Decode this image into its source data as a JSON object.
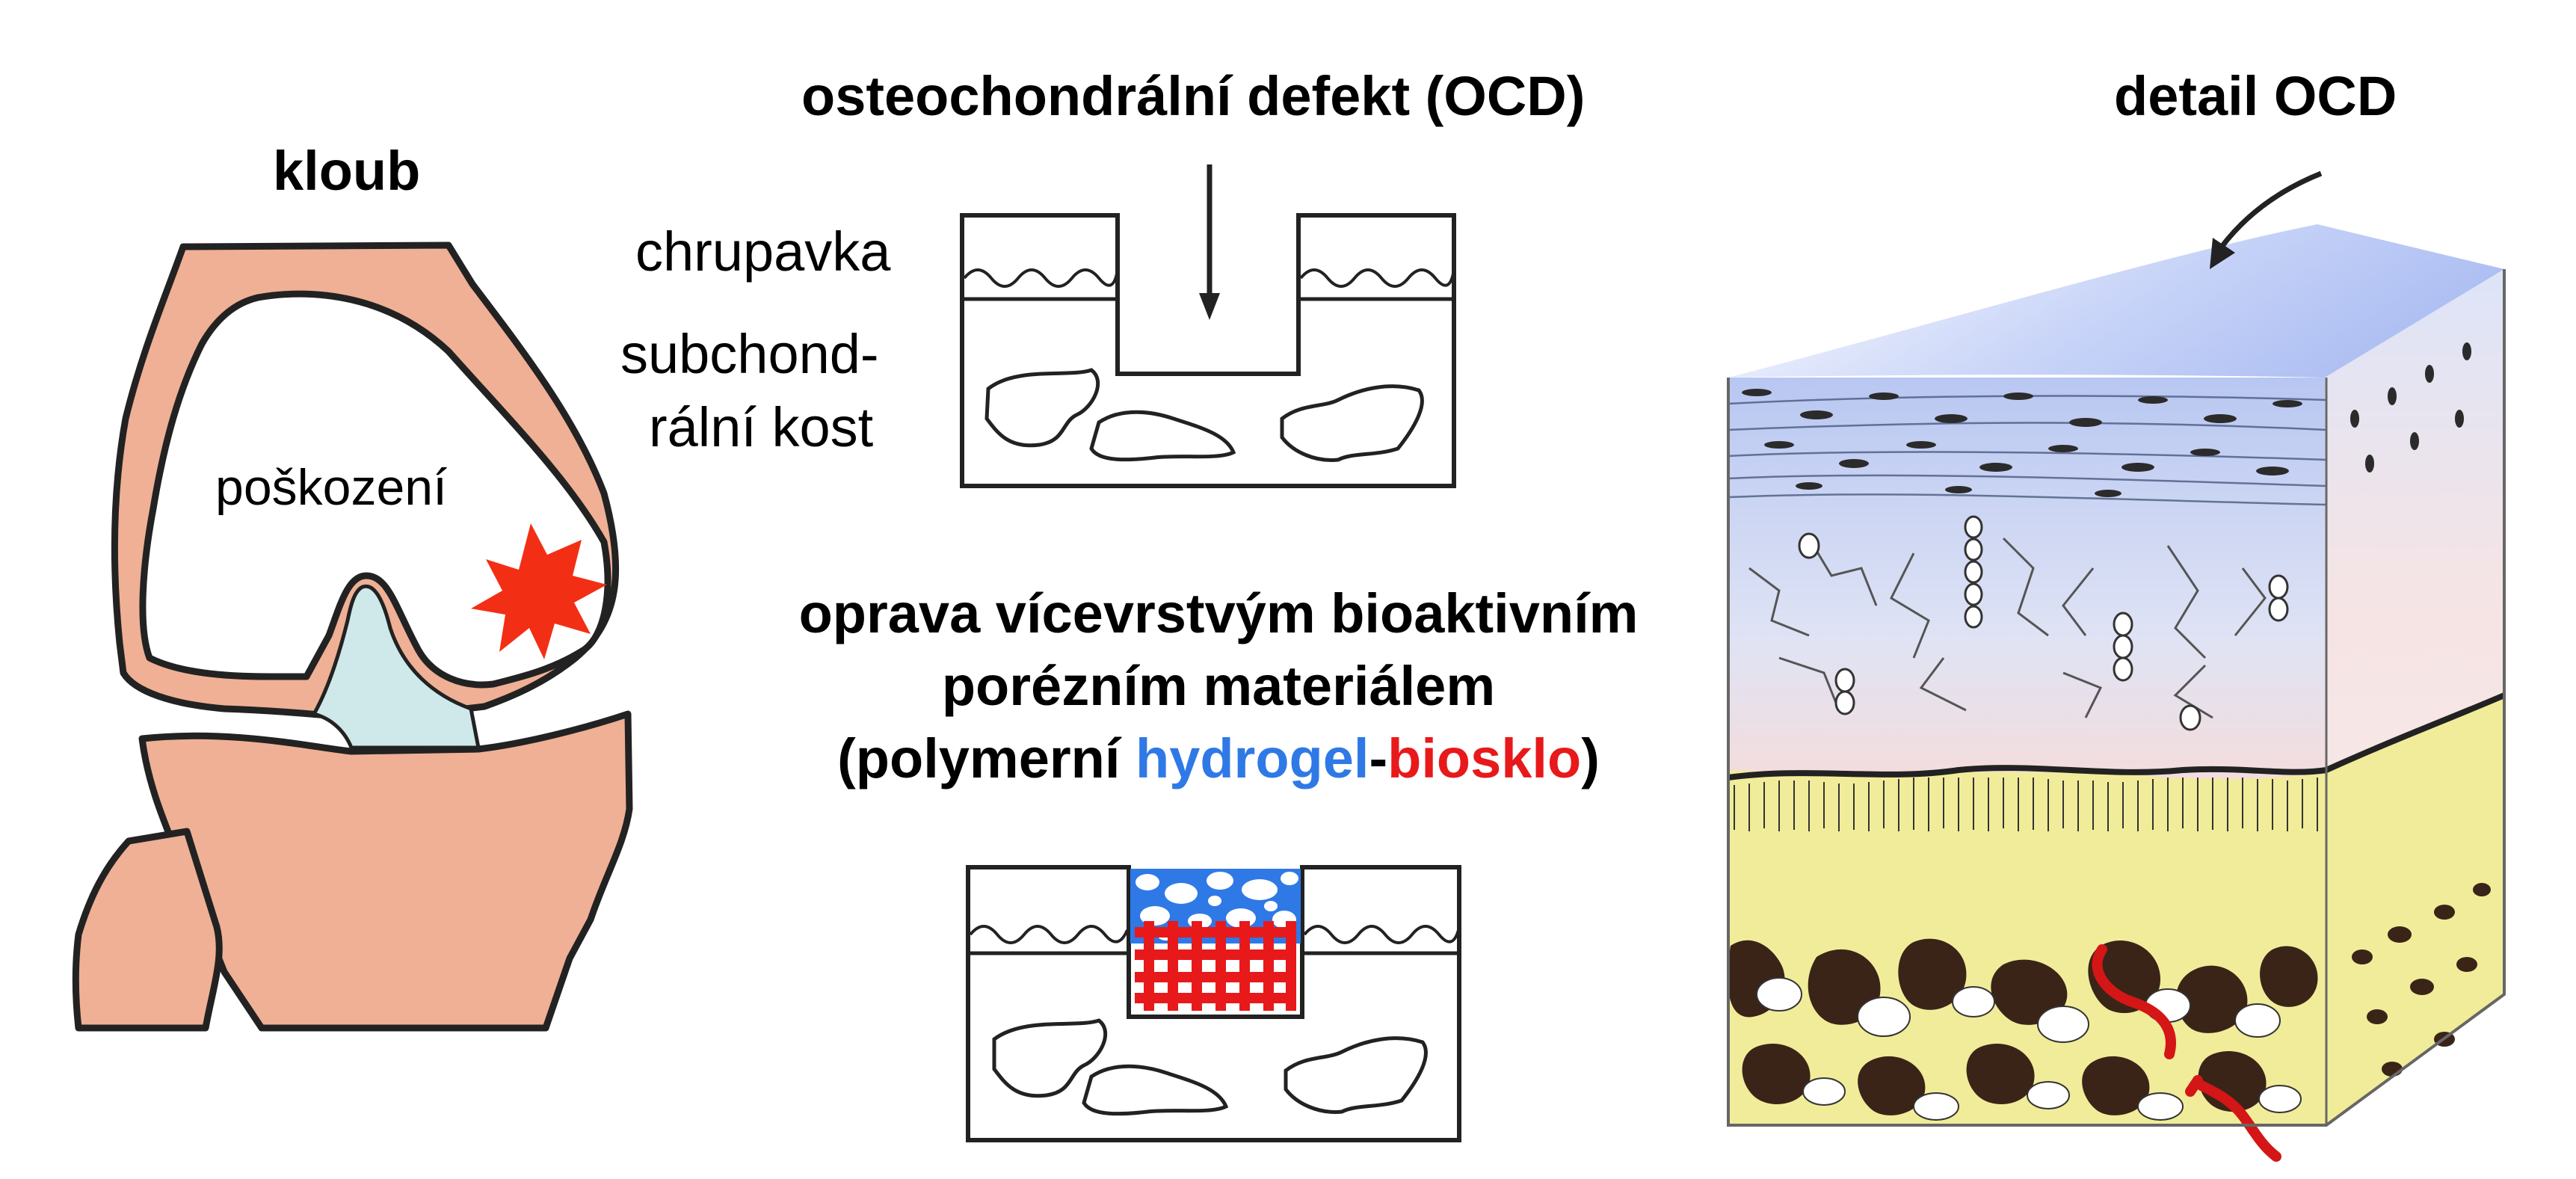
{
  "labels": {
    "joint_title": "kloub",
    "ocd_title": "osteochondrální defekt (OCD)",
    "detail_title": "detail  OCD",
    "damage": "poškození",
    "cartilage": "chrupavka",
    "bone_line1": "subchond-",
    "bone_line2": "rální kost"
  },
  "repair": {
    "line1": "oprava vícevrstvým bioaktivním",
    "line2": "porézním materiálem",
    "line3_prefix": "(polymerní ",
    "hydrogel": "hydrogel",
    "dash": "-",
    "bioglass": "biosklo",
    "line3_suffix": ")"
  },
  "colors": {
    "bone": "#efb095",
    "meniscus": "#cfe8ea",
    "damage": "#f22f15",
    "hydrogel": "#2f79e6",
    "bioglass": "#e8191b",
    "cartilage_top": "#b9c8f5",
    "cartilage_mid": "#f6dedd",
    "subchondral": "#f1ec99",
    "outline": "#222222"
  }
}
